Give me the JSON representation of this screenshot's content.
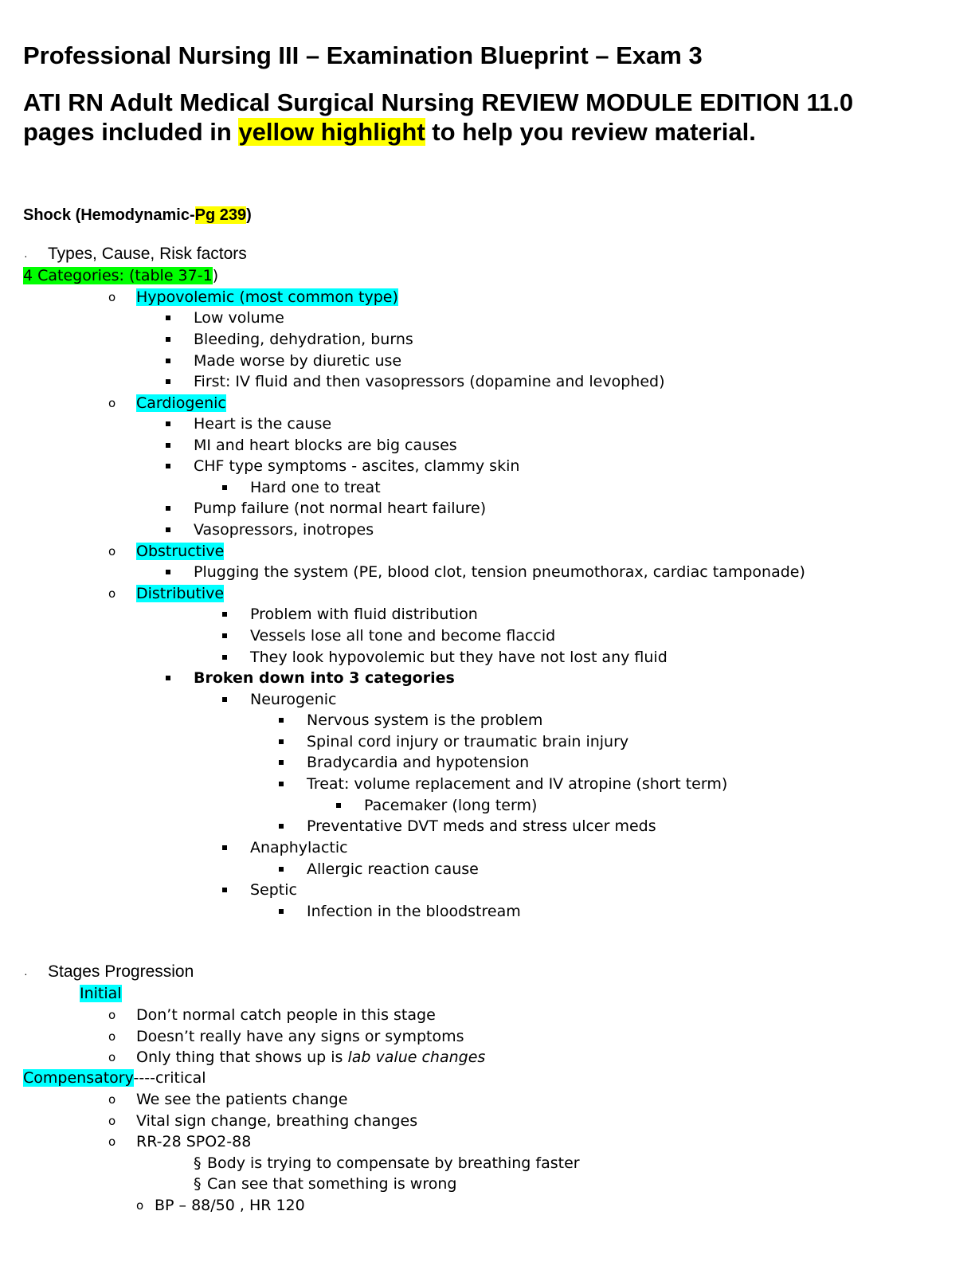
{
  "title": "Professional Nursing III – Examination Blueprint – Exam 3",
  "subtitle": {
    "line1": "ATI RN Adult Medical Surgical Nursing REVIEW MODULE EDITION 11.0",
    "line2_pre": "pages included in ",
    "line2_highlight": "yellow highlight",
    "line2_post": " to help you review material."
  },
  "section": {
    "heading_pre": "Shock (Hemodynamic-",
    "heading_page": "Pg 239",
    "heading_post": ")"
  },
  "types": {
    "heading": "Types, Cause, Risk factors",
    "categories_label": "4 Categories: (table 37-1",
    "categories_close": ")",
    "hypovolemic": {
      "label": "Hypovolemic (most common type)",
      "items": [
        "Low volume",
        "Bleeding,  dehydration, burns",
        "Made worse by diuretic use",
        "First: IV fluid and then vasopressors (dopamine and levophed)"
      ]
    },
    "cardiogenic": {
      "label": "Cardiogenic",
      "items": [
        "Heart is the cause",
        "MI and heart blocks are big causes",
        "CHF type symptoms - ascites, clammy skin",
        "Hard one to treat",
        "Pump failure (not normal heart failure)",
        "Vasopressors, inotropes"
      ]
    },
    "obstructive": {
      "label": "Obstructive",
      "items": [
        "Plugging the system (PE, blood clot, tension pneumothorax, cardiac tamponade)"
      ]
    },
    "distributive": {
      "label": "Distributive",
      "items": [
        "Problem with fluid distribution",
        "Vessels lose all tone and become flaccid",
        "They look hypovolemic but they have not lost any fluid",
        "Broken down into 3 categories"
      ],
      "neurogenic": {
        "label": "Neurogenic",
        "items": [
          "Nervous system is the problem",
          "Spinal cord injury or traumatic brain injury",
          "Bradycardia and hypotension",
          "Treat: volume replacement and IV atropine (short term)",
          "Pacemaker (long term)",
          "Preventative DVT meds and stress ulcer meds"
        ]
      },
      "anaphylactic": {
        "label": "Anaphylactic",
        "items": [
          "Allergic reaction cause"
        ]
      },
      "septic": {
        "label": "Septic",
        "items": [
          "Infection in the bloodstream"
        ]
      }
    }
  },
  "stages": {
    "heading": "Stages Progression",
    "initial": {
      "label": "Initial",
      "items": [
        "Don’t normal catch people in this stage",
        "Doesn’t really have any signs or symptoms"
      ],
      "lab_pre": "Only thing that shows up is ",
      "lab_italic": "lab value changes"
    },
    "compensatory": {
      "label": "Compensatory",
      "suffix": "----critical",
      "items": [
        "We see the patients change",
        "Vital sign change, breathing changes",
        "RR-28 SPO2-88"
      ],
      "sub_items": [
        "Body is trying to compensate by breathing faster",
        "Can see that something is wrong"
      ],
      "vitals": "BP – 88/50 , HR 120"
    }
  },
  "glyphs": {
    "bullet_dot": "·",
    "circle": "o",
    "section": "§"
  }
}
